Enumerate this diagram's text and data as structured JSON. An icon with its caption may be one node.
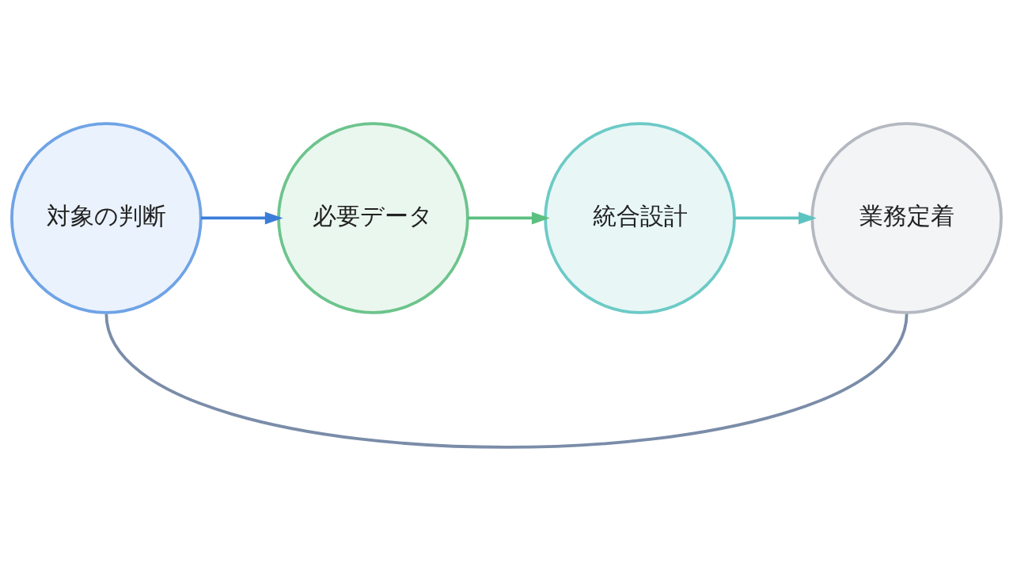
{
  "diagram": {
    "nodes": [
      {
        "text": [
          "対象の判断"
        ]
      },
      {
        "text": [
          "必要データ"
        ]
      },
      {
        "text": [
          "統合設計"
        ]
      },
      {
        "text": [
          "業務定着"
        ]
      }
    ],
    "edges": [
      {
        "from": 0,
        "to": 1,
        "arrow": "to",
        "color": "#3b7dd8"
      },
      {
        "from": 1,
        "to": 2,
        "arrow": "to",
        "color": "#5bbf7f"
      },
      {
        "from": 2,
        "to": 3,
        "arrow": "to",
        "color": "#5cc4c0"
      },
      {
        "from": 3,
        "to": 0,
        "arrow": "none",
        "color": "#7a8ca8"
      }
    ]
  }
}
